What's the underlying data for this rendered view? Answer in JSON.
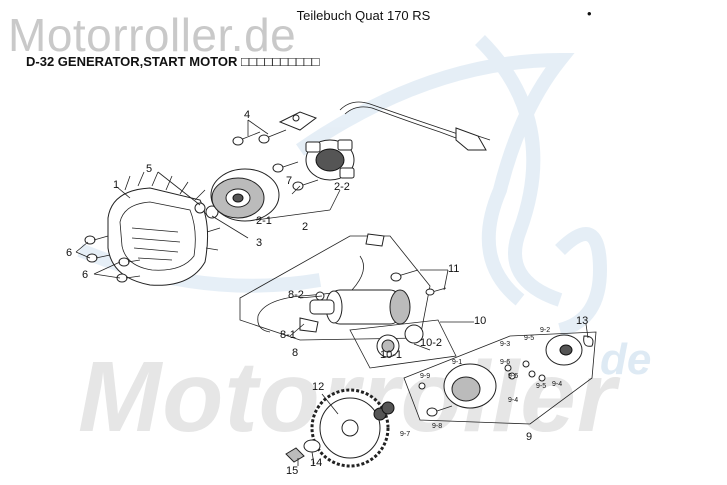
{
  "watermarks": {
    "top": "Motorroller.de",
    "bottom": "Motorroller",
    "bottom_suffix": "de"
  },
  "header": {
    "book_title": "Teilebuch Quat 170 RS",
    "corner_mark": "•",
    "section_title": "D-32 GENERATOR,START MOTOR □□□□□□□□□□"
  },
  "colors": {
    "watermark_gray": "#c9c9c9",
    "watermark_blue": "#d7e6f2",
    "line": "#222222"
  },
  "callouts": [
    {
      "id": "c1",
      "label": "1"
    },
    {
      "id": "c2",
      "label": "2"
    },
    {
      "id": "c2-1",
      "label": "2-1"
    },
    {
      "id": "c2-2",
      "label": "2-2"
    },
    {
      "id": "c3",
      "label": "3"
    },
    {
      "id": "c4",
      "label": "4"
    },
    {
      "id": "c5",
      "label": "5"
    },
    {
      "id": "c6a",
      "label": "6"
    },
    {
      "id": "c6b",
      "label": "6"
    },
    {
      "id": "c7",
      "label": "7"
    },
    {
      "id": "c8",
      "label": "8"
    },
    {
      "id": "c8-1",
      "label": "8-1"
    },
    {
      "id": "c8-2",
      "label": "8-2"
    },
    {
      "id": "c9",
      "label": "9"
    },
    {
      "id": "c10",
      "label": "10"
    },
    {
      "id": "c10-1",
      "label": "10-1"
    },
    {
      "id": "c10-2",
      "label": "10-2"
    },
    {
      "id": "c11",
      "label": "11"
    },
    {
      "id": "c12",
      "label": "12"
    },
    {
      "id": "c13",
      "label": "13"
    },
    {
      "id": "c14",
      "label": "14"
    },
    {
      "id": "c15",
      "label": "15"
    }
  ],
  "sub_callouts": [
    {
      "id": "s9-1",
      "label": "9-1"
    },
    {
      "id": "s9-2",
      "label": "9-2"
    },
    {
      "id": "s9-3",
      "label": "9-3"
    },
    {
      "id": "s9-4a",
      "label": "9-4"
    },
    {
      "id": "s9-4b",
      "label": "9-4"
    },
    {
      "id": "s9-5a",
      "label": "9-5"
    },
    {
      "id": "s9-5b",
      "label": "9-5"
    },
    {
      "id": "s9-6a",
      "label": "9-6"
    },
    {
      "id": "s9-6b",
      "label": "9-6"
    },
    {
      "id": "s9-7",
      "label": "9-7"
    },
    {
      "id": "s9-8",
      "label": "9-8"
    },
    {
      "id": "s9-9",
      "label": "9-9"
    }
  ]
}
